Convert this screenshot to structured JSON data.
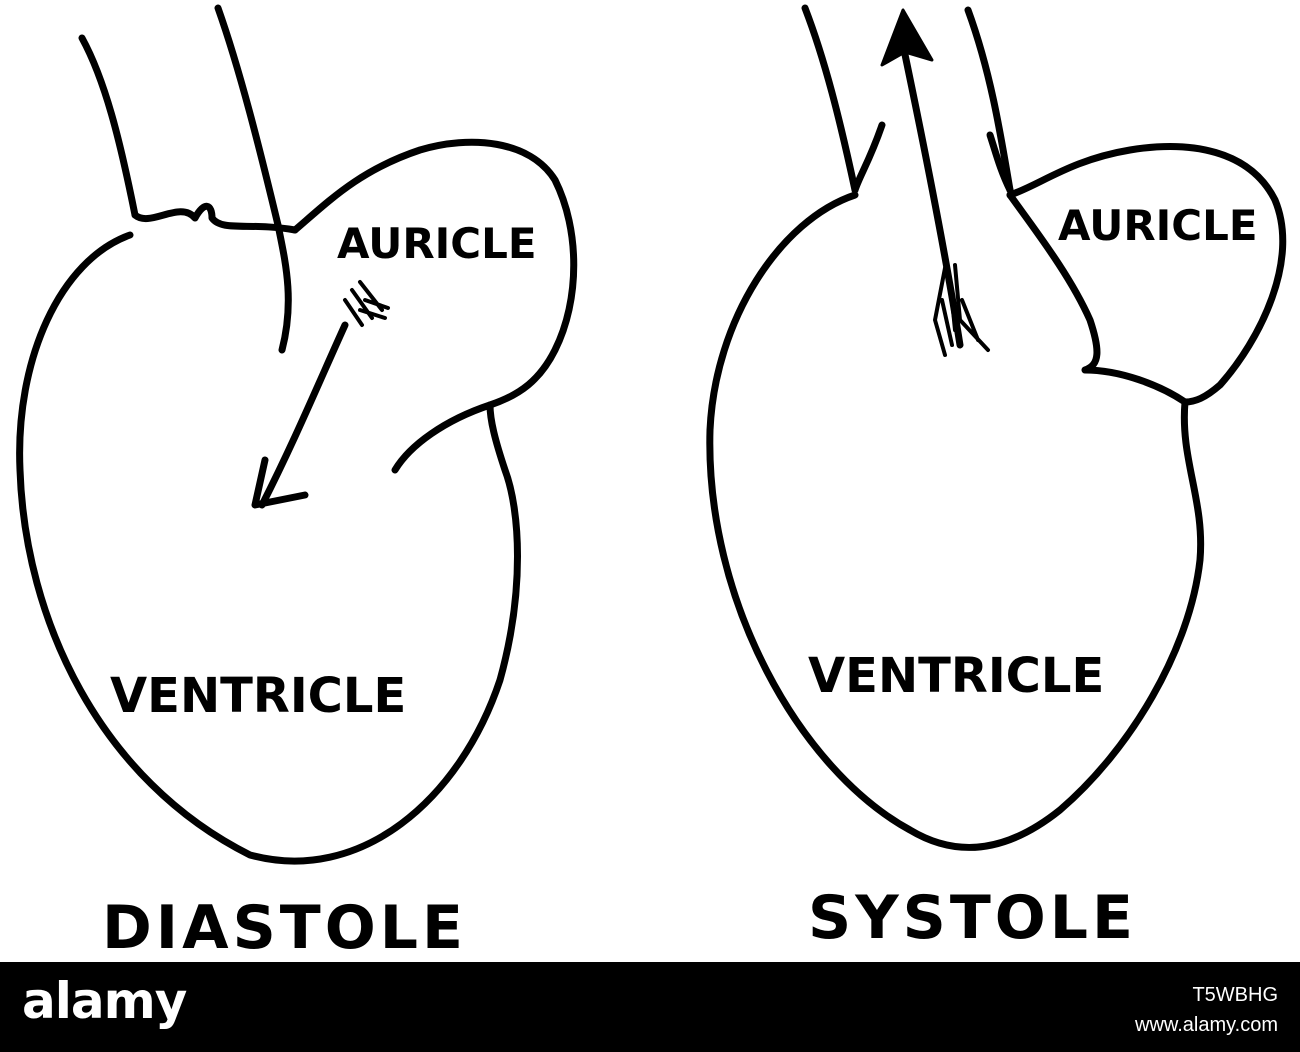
{
  "panels": [
    {
      "auricle_label": "AURICLE",
      "ventricle_label": "VENTRICLE",
      "caption": "DIASTOLE"
    },
    {
      "auricle_label": "AURICLE",
      "ventricle_label": "VENTRICLE",
      "caption": "SYSTOLE"
    }
  ],
  "footer": {
    "logo": "alamy",
    "image_id": "T5WBHG",
    "url": "www.alamy.com"
  },
  "colors": {
    "ink": "#000000",
    "paper": "#ffffff",
    "footer_bg": "#000000",
    "footer_text": "#ffffff"
  }
}
